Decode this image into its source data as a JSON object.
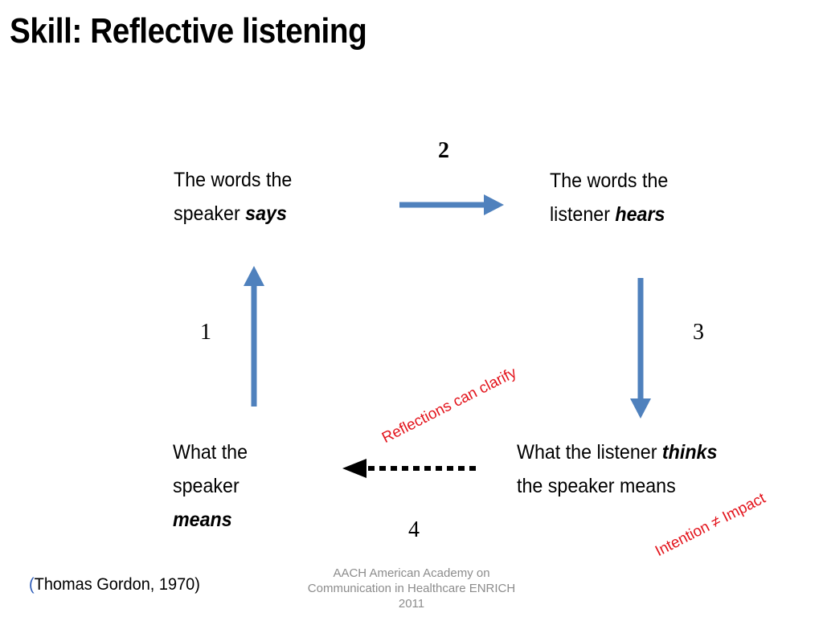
{
  "slide": {
    "title": "Skill: Reflective listening"
  },
  "nodes": {
    "says": {
      "line1": "The words the",
      "line2_prefix": "speaker ",
      "line2_emph": "says"
    },
    "hears": {
      "line1": "The words the",
      "line2_prefix": "listener ",
      "line2_emph": "hears"
    },
    "thinks": {
      "line1_prefix": "What the listener ",
      "line1_emph": "thinks",
      "line2": "the speaker means"
    },
    "means": {
      "line1": "What the",
      "line2": "speaker",
      "line3_emph": "means"
    }
  },
  "step_labels": {
    "step1": "1",
    "step2": "2",
    "step3": "3",
    "step4": "4"
  },
  "notes": {
    "reflections": "Reflections can clarify",
    "intention": "Intention ≠ Impact"
  },
  "citation": {
    "open_paren": "(",
    "text": "Thomas Gordon, 1970)"
  },
  "footer": {
    "line1": "AACH American Academy on",
    "line2": "Communication in Healthcare ENRICH",
    "line3": "2011"
  },
  "colors": {
    "arrow": "#4f81bd",
    "dotted_arrow": "#000000",
    "note": "#e3141c",
    "footer": "#8c8c8c",
    "citation_paren": "#2e5cb8"
  },
  "icons": {
    "arrow_1": "arrow-up-icon",
    "arrow_2": "arrow-right-icon",
    "arrow_3": "arrow-down-icon",
    "arrow_4": "dotted-arrow-left-icon"
  }
}
